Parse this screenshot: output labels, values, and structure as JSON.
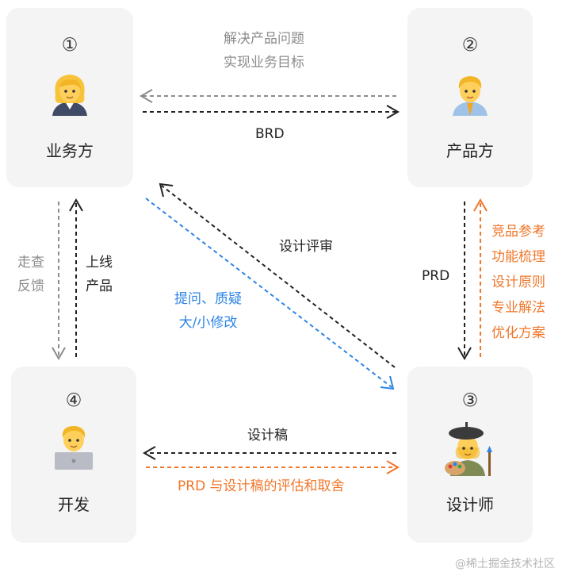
{
  "nodes": [
    {
      "number": "①",
      "role": "业务方"
    },
    {
      "number": "②",
      "role": "产品方"
    },
    {
      "number": "③",
      "role": "设计师"
    },
    {
      "number": "④",
      "role": "开发"
    }
  ],
  "labels": {
    "top_gray": [
      "解决产品问题",
      "实现业务目标"
    ],
    "brd": "BRD",
    "left_gray": [
      "走查",
      "反馈"
    ],
    "left_black": [
      "上线",
      "产品"
    ],
    "design_review": "设计评审",
    "blue": [
      "提问、质疑",
      "大/小修改"
    ],
    "prd": "PRD",
    "right_orange": [
      "竞品参考",
      "功能梳理",
      "设计原则",
      "专业解法",
      "优化方案"
    ],
    "design_draft": "设计稿",
    "bottom_orange": "PRD 与设计稿的评估和取舍"
  },
  "colors": {
    "gray": "#8c8c8c",
    "black": "#222222",
    "blue": "#2d84e6",
    "orange": "#f0772b",
    "box": "#f4f4f4"
  },
  "watermark": "@稀土掘金技术社区"
}
